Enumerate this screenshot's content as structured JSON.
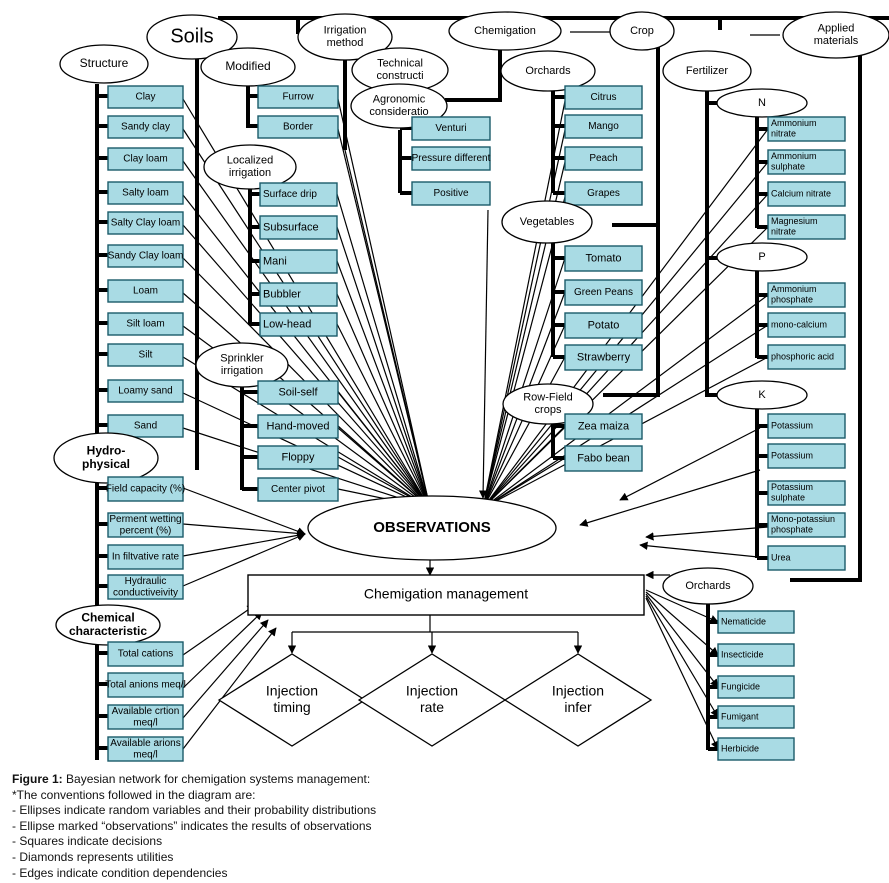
{
  "nodes": {
    "soils": "Soils",
    "irrigation_method": [
      "Irrigation",
      "method"
    ],
    "chemigation": "Chemigation",
    "crop": "Crop",
    "applied_materials": [
      "Applied",
      "materials"
    ],
    "structure": "Structure",
    "modified": "Modified",
    "technical_construction": [
      "Technical",
      "constructi"
    ],
    "agronomic_consideration": [
      "Agronomic",
      "consideratio"
    ],
    "orchards_crop": "Orchards",
    "fertilizer": "Fertilizer",
    "localized_irrigation": [
      "Localized",
      "irrigation"
    ],
    "vegetables": "Vegetables",
    "nitrogen": "N",
    "phosphorus": "P",
    "potassium": "K",
    "sprinkler_irrigation": [
      "Sprinkler",
      "irrigation"
    ],
    "row_field_crops": [
      "Row-Field",
      "crops"
    ],
    "hydro_physical": [
      "Hydro-",
      "physical"
    ],
    "observations": "OBSERVATIONS",
    "chemical_characteristic": [
      "Chemical",
      "characteristic"
    ],
    "orchards_pest": "Orchards"
  },
  "soil_structure_items": [
    "Clay",
    "Sandy clay",
    "Clay loam",
    "Salty loam",
    "Salty Clay loam",
    "Sandy Clay loam",
    "Loam",
    "Silt loam",
    "Silt",
    "Loamy sand",
    "Sand"
  ],
  "hydro_physical_items": [
    [
      "Field capacity (%)"
    ],
    [
      "Perment wetting",
      "percent (%)"
    ],
    [
      "In filtvative rate"
    ],
    [
      "Hydraulic",
      "conductiveivity"
    ]
  ],
  "chemical_items": [
    [
      "Total cations"
    ],
    [
      "Total anions meq/l"
    ],
    [
      "Available crtion",
      "meq/l"
    ],
    [
      "Available arions",
      "meq/l"
    ]
  ],
  "modified_items": [
    "Furrow",
    "Border"
  ],
  "localized_items": [
    "Surface drip",
    "Subsurface",
    "Mani",
    "Bubbler",
    "Low-head"
  ],
  "sprinkler_items": [
    "Soil-self",
    "Hand-moved",
    "Floppy",
    "Center pivot"
  ],
  "agronomic_items": [
    "Venturi",
    "Pressure different",
    "Positive"
  ],
  "orchard_crop_items": [
    "Citrus",
    "Mango",
    "Peach",
    "Grapes"
  ],
  "vegetable_items": [
    "Tomato",
    "Green Peans",
    "Potato",
    "Strawberry"
  ],
  "row_field_items": [
    "Zea maiza",
    "Fabo bean"
  ],
  "n_items": [
    [
      "Ammonium",
      "nitrate"
    ],
    [
      "Ammonium",
      "sulphate"
    ],
    [
      "Calcium nitrate"
    ],
    [
      "Magnesium",
      "nitrate"
    ]
  ],
  "p_items": [
    [
      "Ammonium",
      "phosphate"
    ],
    [
      "mono-calcium"
    ],
    [
      "phosphoric acid"
    ]
  ],
  "k_items": [
    [
      "Potassium"
    ],
    [
      "Potassium"
    ],
    [
      "Potassium",
      "sulphate"
    ],
    [
      "Mono-potassiun",
      "phosphate"
    ],
    [
      "Urea"
    ]
  ],
  "pest_items": [
    "Nematicide",
    "Insecticide",
    "Fungicide",
    "Fumigant",
    "Herbicide"
  ],
  "decision": "Chemigation management",
  "utilities": [
    [
      "Injection",
      "timing"
    ],
    [
      "Injection",
      "rate"
    ],
    [
      "Injection",
      "infer"
    ]
  ],
  "caption": {
    "label": "Figure 1:",
    "title": "Bayesian network for chemigation systems management:",
    "intro": "*The conventions followed in the diagram are:",
    "items": [
      "- Ellipses indicate random variables and their probability distributions",
      "- Ellipse marked “observations” indicates the results of observations",
      "- Squares indicate decisions",
      "- Diamonds represents utilities",
      "- Edges indicate condition dependencies"
    ]
  },
  "colors": {
    "box_fill": "#a9dbe4",
    "box_stroke": "#1b5b6a",
    "line": "#000000"
  }
}
